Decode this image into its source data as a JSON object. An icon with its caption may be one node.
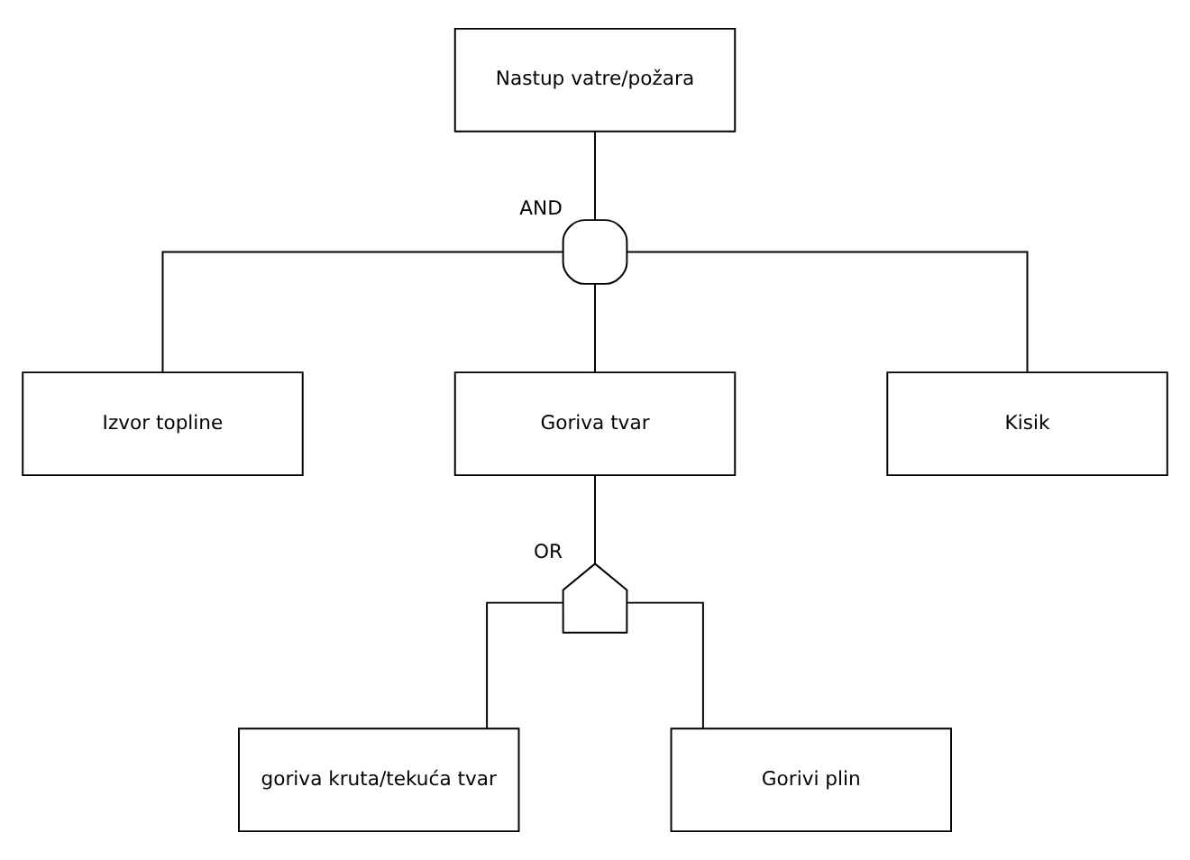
{
  "diagram": {
    "nodes": [
      {
        "text": [
          "Nastup vatre/požara"
        ]
      },
      {
        "text": [],
        "shape": "dome",
        "beside": [
          "AND"
        ]
      },
      {
        "text": [
          "Izvor topline"
        ]
      },
      {
        "text": [
          "Goriva tvar"
        ]
      },
      {
        "text": [
          "Kisik"
        ]
      },
      {
        "text": [],
        "shape": "shield",
        "beside": [
          "OR"
        ]
      },
      {
        "text": [
          "goriva kruta/tekuća tvar"
        ]
      },
      {
        "text": [
          "Gorivi plin"
        ]
      }
    ],
    "edges": [
      {
        "from": 0,
        "to": 1,
        "arrow": "none"
      },
      {
        "from": 1,
        "to": 2,
        "arrow": "none"
      },
      {
        "from": 1,
        "to": 3,
        "arrow": "none"
      },
      {
        "from": 1,
        "to": 4,
        "arrow": "none"
      },
      {
        "from": 3,
        "to": 5,
        "arrow": "none"
      },
      {
        "from": 5,
        "to": 6,
        "arrow": "none"
      },
      {
        "from": 5,
        "to": 7,
        "arrow": "none"
      }
    ]
  }
}
